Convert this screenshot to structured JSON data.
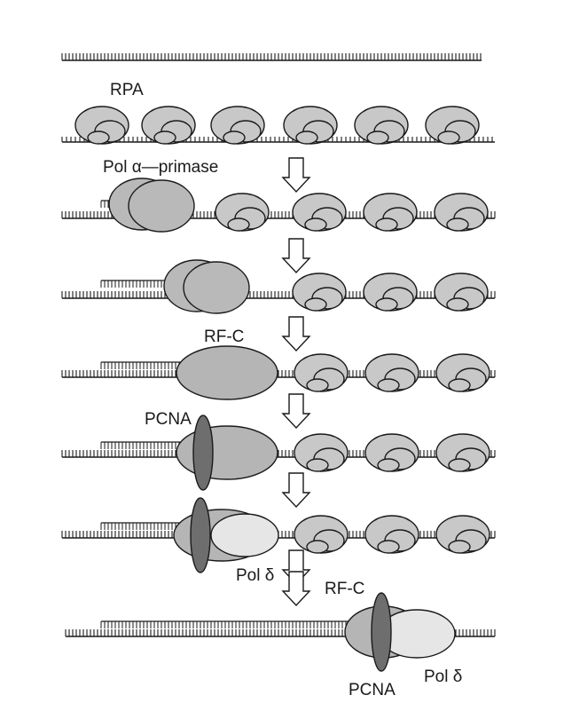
{
  "figure": {
    "labels": {
      "rpa": "RPA",
      "pol_alpha_primase": "Pol α—primase",
      "rfc_1": "RF-C",
      "pcna_1": "PCNA",
      "pol_delta_1": "Pol δ",
      "rfc_2": "RF-C",
      "pcna_2": "PCNA",
      "pol_delta_2": "Pol δ"
    },
    "colors": {
      "dna": "#1a1a1a",
      "rpa": "#c8c8c8",
      "pol_alpha_primase": "#b9b9b9",
      "rfc": "#b5b5b5",
      "pcna": "#6e6e6e",
      "pol_delta": "#e6e6e6",
      "arrow": "#ffffff"
    }
  }
}
